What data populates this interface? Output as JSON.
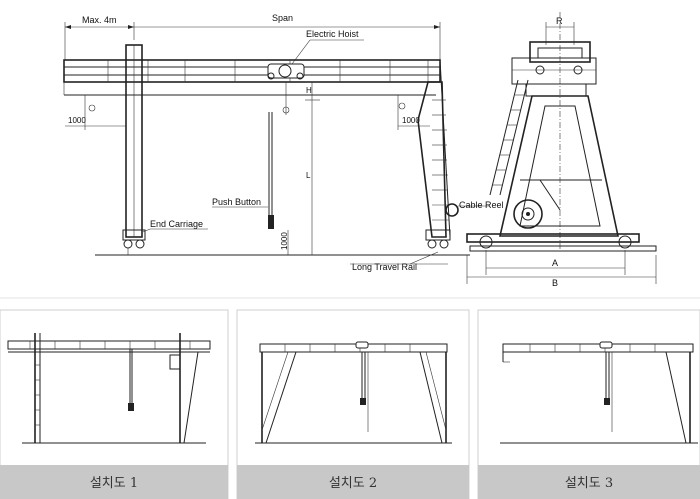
{
  "main_drawing": {
    "labels": {
      "max_4m": "Max. 4m",
      "span": "Span",
      "electric_hoist": "Electric Hoist",
      "h": "H",
      "l": "L",
      "dim_1000_left": "1000",
      "dim_1000_right": "1000",
      "push_button": "Push Button",
      "dim_1000_vertical": "1000",
      "end_carriage": "End Carriage",
      "cable_reel": "Cable Reel",
      "long_travel_rail": "Long Travel Rail",
      "r": "R",
      "a": "A",
      "b": "B"
    }
  },
  "installations": [
    {
      "caption": "설치도 1"
    },
    {
      "caption": "설치도 2"
    },
    {
      "caption": "설치도 3"
    }
  ],
  "colors": {
    "caption_bar": "#c8c8c8",
    "line": "#222222",
    "panel_border": "#cfcfcf"
  }
}
